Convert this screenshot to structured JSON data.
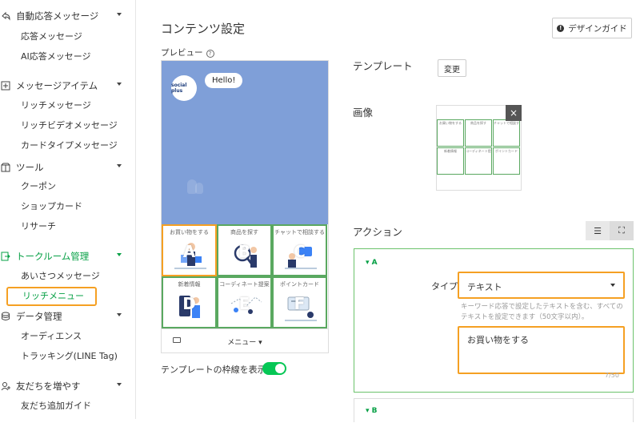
{
  "sidebar": {
    "groups": [
      {
        "label": "自動応答メッセージ",
        "icon": "auto-reply-icon"
      },
      {
        "label": "メッセージアイテム",
        "icon": "message-item-icon"
      },
      {
        "label": "ツール",
        "icon": "tool-icon"
      },
      {
        "label": "トークルーム管理",
        "icon": "talkroom-icon"
      },
      {
        "label": "データ管理",
        "icon": "database-icon"
      },
      {
        "label": "友だちを増やす",
        "icon": "add-friend-icon"
      }
    ],
    "items": [
      "応答メッセージ",
      "AI応答メッセージ",
      "リッチメッセージ",
      "リッチビデオメッセージ",
      "カードタイプメッセージ",
      "クーポン",
      "ショップカード",
      "リサーチ",
      "あいさつメッセージ",
      "リッチメニュー",
      "オーディエンス",
      "トラッキング(LINE Tag)",
      "友だち追加ガイド"
    ]
  },
  "main": {
    "title": "コンテンツ設定",
    "design_guide": "デザインガイド",
    "preview_label": "プレビュー",
    "preview": {
      "avatar_text": "social plus",
      "bubble": "Hello!",
      "cells": [
        {
          "title": "お買い物をする",
          "letter": "A"
        },
        {
          "title": "商品を探す",
          "letter": "B"
        },
        {
          "title": "チャットで相談する",
          "letter": "C"
        },
        {
          "title": "新着情報",
          "letter": "D"
        },
        {
          "title": "コーディネート提案",
          "letter": "E"
        },
        {
          "title": "ポイントカード",
          "letter": "F"
        }
      ],
      "menu_label": "メニュー ▾"
    },
    "toggle_label": "テンプレートの枠線を表示",
    "template_label": "テンプレート",
    "change_button": "変更",
    "image_label": "画像",
    "thumb_close": "×",
    "action_label": "アクション",
    "action_a": {
      "header": "A",
      "type_label": "タイプ",
      "type_value": "テキスト",
      "hint": "キーワード応答で設定したテキストを含む、すべてのテキストを設定できます（50文字以内）。",
      "text_value": "お買い物をする",
      "counter": "7/50"
    },
    "action_b": {
      "header": "B"
    }
  },
  "colors": {
    "accent": "#06c755",
    "highlight": "#f5a023",
    "cell_border": "#5aa860",
    "chat_bg": "#7f9fd8"
  }
}
